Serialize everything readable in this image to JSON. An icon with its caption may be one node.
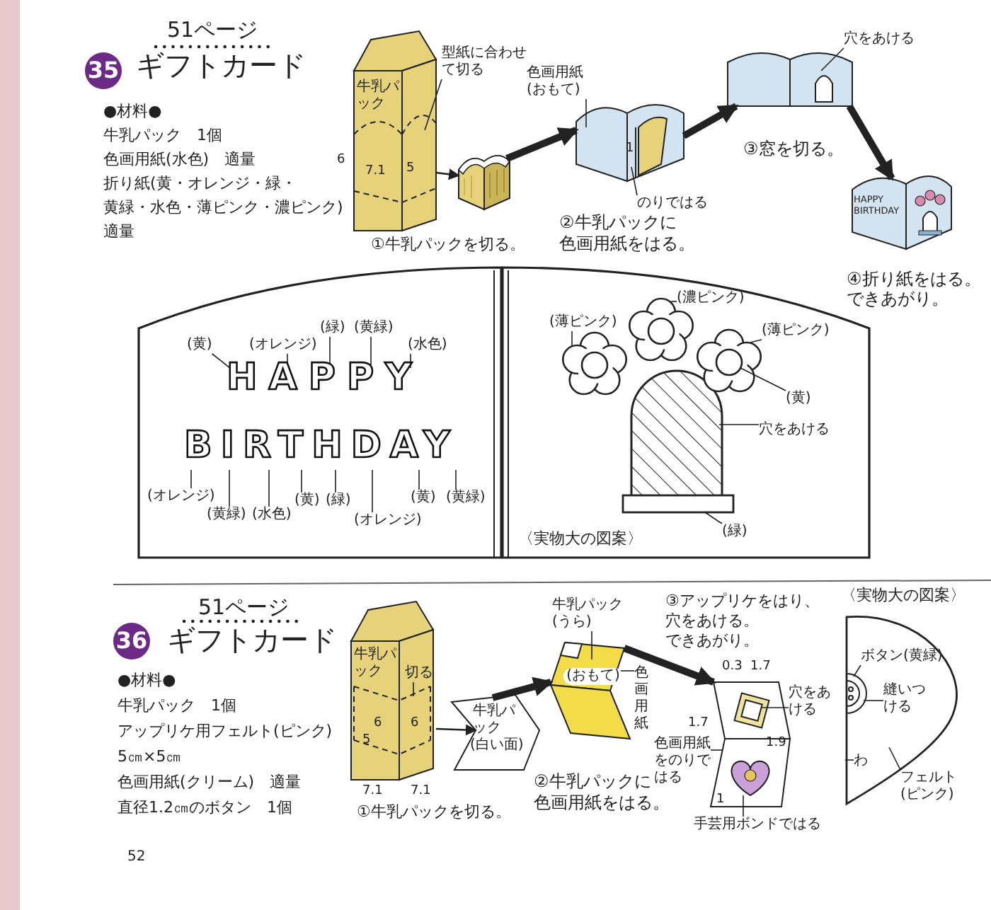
{
  "diagram": {
    "nodes": [
      {
        "text": [
          "牛乳パック"
        ],
        "beside": [
          "①牛乳パックを切る。"
        ]
      },
      {
        "text": [
          "型紙に合わせて切る"
        ]
      },
      {
        "text": [],
        "shape": "picture"
      },
      {
        "text": [
          "色画用紙(おもて)"
        ]
      },
      {
        "text": [],
        "shape": "picture"
      },
      {
        "text": [
          "のりではる"
        ]
      },
      {
        "text": [
          "穴をあける"
        ]
      },
      {
        "text": [],
        "shape": "picture",
        "beside": [
          "③窓を切る。"
        ]
      },
      {
        "text": [
          "HAPPY BIRTHDAY"
        ],
        "beside": [
          "④折り紙をはる。できあがり。"
        ]
      },
      {
        "text": [
          "HAPPY",
          "BIRTHDAY"
        ]
      },
      {
        "text": [
          "(黄)"
        ],
        "in": 9
      },
      {
        "text": [
          "(オレンジ)"
        ],
        "in": 9
      },
      {
        "text": [
          "(緑)"
        ],
        "in": 9
      },
      {
        "text": [
          "(黄緑)"
        ],
        "in": 9
      },
      {
        "text": [
          "(水色)"
        ],
        "in": 9
      },
      {
        "text": [
          "(オレンジ)"
        ],
        "in": 9
      },
      {
        "text": [
          "(黄緑)"
        ],
        "in": 9
      },
      {
        "text": [
          "(水色)"
        ],
        "in": 9
      },
      {
        "text": [
          "(黄)"
        ],
        "in": 9
      },
      {
        "text": [
          "(緑)"
        ],
        "in": 9
      },
      {
        "text": [
          "(オレンジ)"
        ],
        "in": 9
      },
      {
        "text": [
          "(黄)"
        ],
        "in": 9
      },
      {
        "text": [
          "(黄緑)"
        ],
        "in": 9
      },
      {
        "text": [
          "〈実物大の図案〉"
        ]
      },
      {
        "text": [
          "(濃ピンク)"
        ],
        "in": 23
      },
      {
        "text": [
          "(薄ピンク)"
        ],
        "in": 23
      },
      {
        "text": [
          "(薄ピンク)"
        ],
        "in": 23
      },
      {
        "text": [
          "(黄)"
        ],
        "in": 23
      },
      {
        "text": [
          "穴をあける"
        ],
        "in": 23
      },
      {
        "text": [
          "(緑)"
        ],
        "in": 23
      },
      {
        "text": [
          "牛乳パック"
        ],
        "beside": [
          "①牛乳パックを切る。"
        ]
      },
      {
        "text": [
          "切る"
        ],
        "in": 30
      },
      {
        "text": [
          "牛乳パック",
          "(白い面)"
        ]
      },
      {
        "text": [
          "牛乳パック(うら)"
        ]
      },
      {
        "text": [
          "(おもて)"
        ]
      },
      {
        "text": [
          "色画用紙"
        ]
      },
      {
        "text": [],
        "shape": "picture",
        "beside": [
          "③アップリケをはり、",
          "穴をあける。",
          "できあがり。"
        ]
      },
      {
        "text": [
          "穴をあける"
        ]
      },
      {
        "text": [
          "色画用紙をのりではる"
        ]
      },
      {
        "text": [
          "手芸用ボンドではる"
        ]
      },
      {
        "text": [
          "〈実物大の図案〉"
        ]
      },
      {
        "text": [
          "ボタン(黄緑)"
        ],
        "in": 40
      },
      {
        "text": [
          "縫いつける"
        ],
        "in": 40
      },
      {
        "text": [
          "わ"
        ],
        "in": 40
      },
      {
        "text": [
          "フェルト(ピンク)"
        ],
        "in": 40
      },
      {
        "text": [],
        "shape": "picture",
        "in": 23
      },
      {
        "text": [],
        "shape": "picture",
        "in": 23
      },
      {
        "text": [],
        "shape": "picture",
        "in": 23
      }
    ],
    "edges": [
      {
        "from": 0,
        "to": 2,
        "arrow": "to"
      },
      {
        "from": 2,
        "to": 4,
        "arrow": "to",
        "style": "thick"
      },
      {
        "from": 4,
        "to": 7,
        "arrow": "to",
        "style": "thick"
      },
      {
        "from": 7,
        "to": 8,
        "arrow": "to",
        "style": "thick"
      },
      {
        "from": 30,
        "to": 32,
        "arrow": "to"
      },
      {
        "from": 32,
        "to": 34,
        "arrow": "to",
        "style": "thick"
      },
      {
        "from": 34,
        "to": 36,
        "arrow": "to",
        "style": "thick"
      },
      {
        "from": 1,
        "to": 0,
        "arrow": "none"
      },
      {
        "from": 3,
        "to": 4,
        "arrow": "none"
      },
      {
        "from": 5,
        "to": 4,
        "arrow": "none"
      },
      {
        "from": 6,
        "to": 7,
        "arrow": "none"
      },
      {
        "from": 10,
        "to": 9,
        "arrow": "none"
      },
      {
        "from": 11,
        "to": 9,
        "arrow": "none"
      },
      {
        "from": 12,
        "to": 9,
        "arrow": "none"
      },
      {
        "from": 13,
        "to": 9,
        "arrow": "none"
      },
      {
        "from": 14,
        "to": 9,
        "arrow": "none"
      },
      {
        "from": 15,
        "to": 9,
        "arrow": "none"
      },
      {
        "from": 16,
        "to": 9,
        "arrow": "none"
      },
      {
        "from": 17,
        "to": 9,
        "arrow": "none"
      },
      {
        "from": 18,
        "to": 9,
        "arrow": "none"
      },
      {
        "from": 19,
        "to": 9,
        "arrow": "none"
      },
      {
        "from": 20,
        "to": 9,
        "arrow": "none"
      },
      {
        "from": 21,
        "to": 9,
        "arrow": "none"
      },
      {
        "from": 22,
        "to": 9,
        "arrow": "none"
      },
      {
        "from": 24,
        "to": 46,
        "arrow": "none"
      },
      {
        "from": 25,
        "to": 45,
        "arrow": "none"
      },
      {
        "from": 26,
        "to": 47,
        "arrow": "none"
      },
      {
        "from": 27,
        "to": 47,
        "arrow": "none"
      },
      {
        "from": 28,
        "to": 23,
        "arrow": "none"
      },
      {
        "from": 29,
        "to": 23,
        "arrow": "none"
      },
      {
        "from": 31,
        "to": 30,
        "arrow": "none"
      },
      {
        "from": 33,
        "to": 34,
        "arrow": "none"
      },
      {
        "from": 35,
        "to": 34,
        "arrow": "none"
      },
      {
        "from": 37,
        "to": 36,
        "arrow": "none"
      },
      {
        "from": 38,
        "to": 36,
        "arrow": "none"
      },
      {
        "from": 39,
        "to": 36,
        "arrow": "none"
      },
      {
        "from": 41,
        "to": 40,
        "arrow": "none"
      },
      {
        "from": 42,
        "to": 40,
        "arrow": "none"
      },
      {
        "from": 43,
        "to": 40,
        "arrow": "none"
      },
      {
        "from": 44,
        "to": 40,
        "arrow": "none"
      }
    ],
    "labels": [
      "51ページ",
      "35",
      "ギフトカード",
      "●材料●",
      "牛乳パック　1個",
      "色画用紙(水色)　適量",
      "折り紙(黄・オレンジ・緑・",
      "黄緑・水色・薄ピンク・濃ピンク)",
      "適量",
      "6",
      "7.1",
      "5",
      "1",
      "②牛乳パックに",
      "色画用紙をはる。",
      "51ページ",
      "36",
      "ギフトカード",
      "●材料●",
      "牛乳パック　1個",
      "アップリケ用フェルト(ピンク)",
      "5㎝×5㎝",
      "色画用紙(クリーム)　適量",
      "直径1.2㎝のボタン　1個",
      "6",
      "6",
      "5",
      "7.1",
      "7.1",
      "②牛乳パックに",
      "色画用紙をはる。",
      "0.3",
      "1.7",
      "1.7",
      "1.9",
      "1",
      "52"
    ]
  }
}
